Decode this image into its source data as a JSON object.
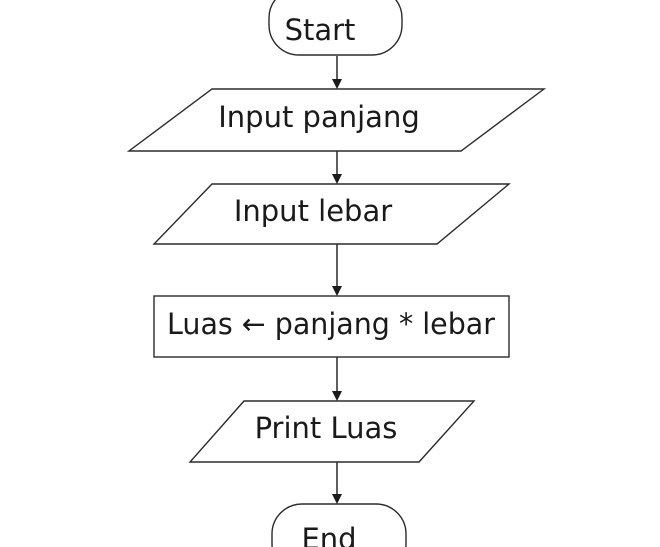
{
  "flowchart": {
    "start_label": "Start",
    "input_panjang_label": "Input panjang",
    "input_lebar_label": "Input lebar",
    "process_label": "Luas ← panjang * lebar",
    "print_label": "Print Luas",
    "end_label": "End"
  }
}
